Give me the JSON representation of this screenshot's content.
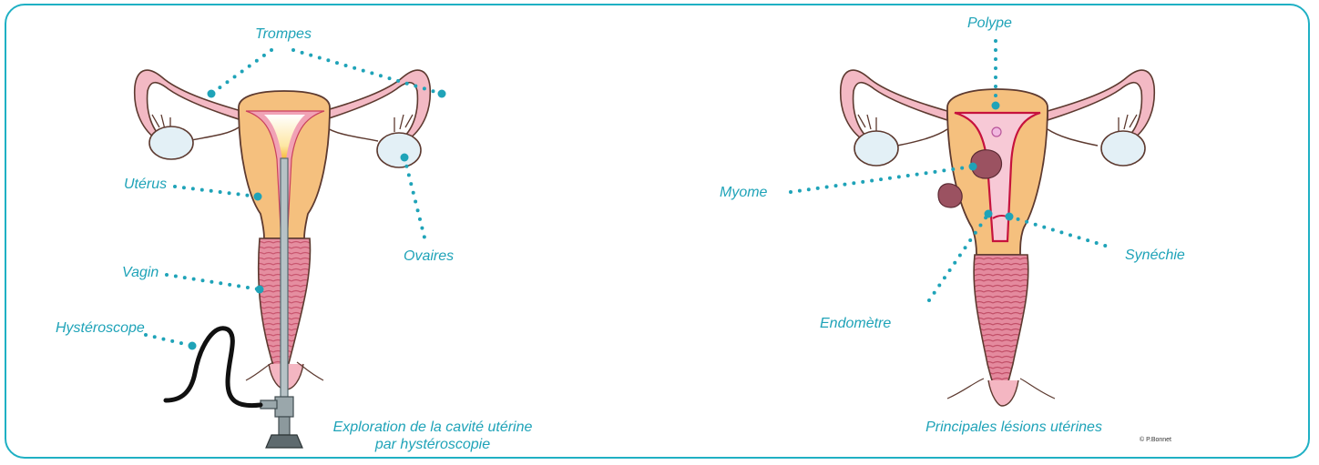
{
  "left": {
    "labels": {
      "trompes": "Trompes",
      "uterus": "Utérus",
      "ovaires": "Ovaires",
      "vagin": "Vagin",
      "hysteroscope": "Hystéroscope"
    },
    "caption_line1": "Exploration de la cavité utérine",
    "caption_line2": "par hystéroscopie"
  },
  "right": {
    "labels": {
      "polype": "Polype",
      "myome": "Myome",
      "synechie": "Synéchie",
      "endometre": "Endomètre"
    },
    "caption": "Principales lésions utérines"
  },
  "copyright": "© P.Bonnet",
  "colors": {
    "frame": "#1fb0c4",
    "label": "#1fa3b8",
    "leader_dots": "#1fa3b8",
    "uterus_body": "#f5c07e",
    "tube": "#e98aa0",
    "cavity": "#f7c9d6",
    "ovary": "#e3f0f6",
    "vagina": "#e58ea0",
    "lesion": "#9b5261"
  }
}
